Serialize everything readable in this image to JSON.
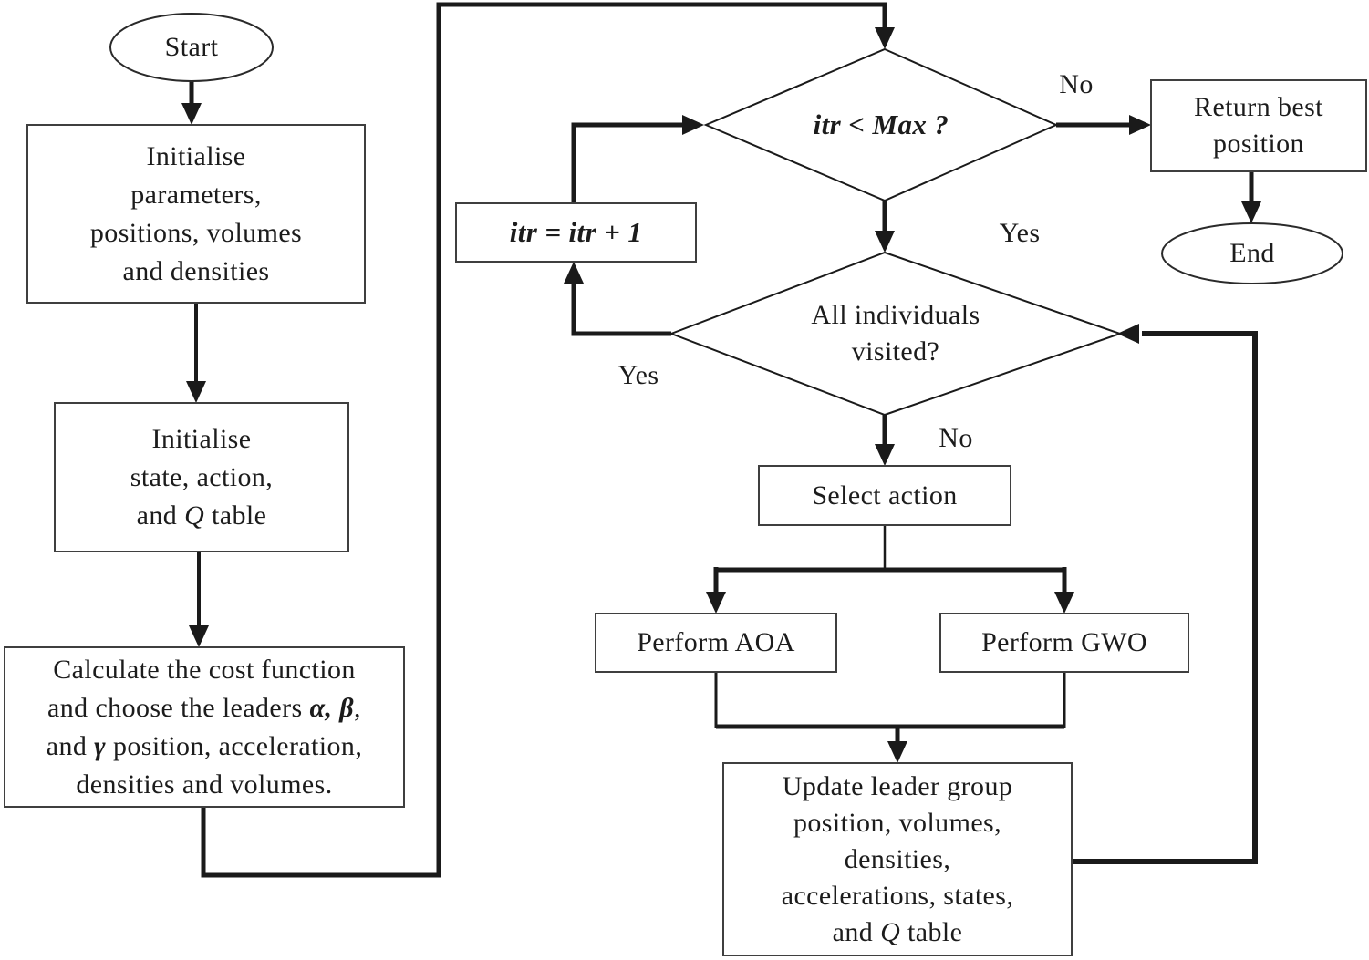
{
  "diagram": {
    "colors": {
      "background": "#ffffff",
      "line": "#1a1a1a",
      "box_border": "#3f3f3f",
      "text": "#1c1c1c"
    },
    "nodes": {
      "start": {
        "label": "Start"
      },
      "init_params": {
        "l1": "Initialise",
        "l2": "parameters,",
        "l3": "positions, volumes",
        "l4": "and densities"
      },
      "init_state": {
        "l1": "Initialise",
        "l2": "state, action,",
        "l3a": "and ",
        "l3b": "Q",
        "l3c": " table"
      },
      "calc_cost": {
        "l1": "Calculate the cost function",
        "l2a": "and choose the leaders ",
        "l2b": "α, β",
        "l2c": ",",
        "l3a": "and ",
        "l3b": "γ",
        "l3c": " position, acceleration,",
        "l4": "densities and volumes."
      },
      "itr_check": {
        "label": "itr < Max ?"
      },
      "return_best": {
        "label": "Return best\nposition"
      },
      "end": {
        "label": "End"
      },
      "itr_inc": {
        "label": "itr = itr + 1"
      },
      "all_visited": {
        "label": "All individuals\nvisited?"
      },
      "select_action": {
        "label": "Select action"
      },
      "perform_aoa": {
        "label": "Perform AOA"
      },
      "perform_gwo": {
        "label": "Perform GWO"
      },
      "update_leader": {
        "l1": "Update leader group",
        "l2": "position, volumes,",
        "l3": "densities,",
        "l4": "accelerations, states,",
        "l5a": "and ",
        "l5b": "Q",
        "l5c": " table"
      }
    },
    "edge_labels": {
      "itr_no": "No",
      "itr_yes": "Yes",
      "visited_yes": "Yes",
      "visited_no": "No"
    }
  }
}
